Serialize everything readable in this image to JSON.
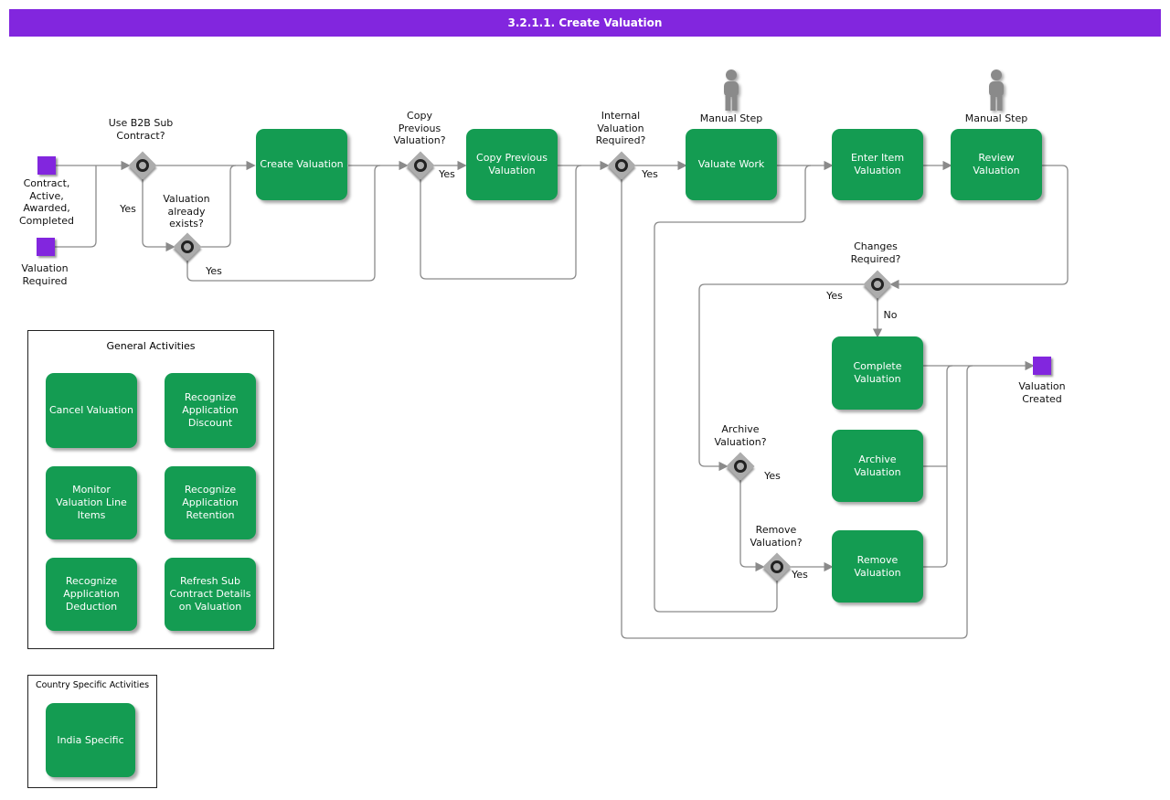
{
  "header": {
    "title": "3.2.1.1. Create Valuation"
  },
  "colors": {
    "purple": "#8226DE",
    "green": "#149C52",
    "line": "#8A8A8A",
    "header_text": "#FFFFFF"
  },
  "events": {
    "start1": "Contract,\nActive,\nAwarded,\nCompleted",
    "start2": "Valuation\nRequired",
    "end": "Valuation\nCreated"
  },
  "decisions": {
    "b2b": "Use B2B Sub\nContract?",
    "exists": "Valuation\nalready\nexists?",
    "copy": "Copy\nPrevious\nValuation?",
    "internal": "Internal\nValuation\nRequired?",
    "changes": "Changes\nRequired?",
    "archive": "Archive\nValuation?",
    "remove": "Remove\nValuation?"
  },
  "activities": {
    "create": "Create Valuation",
    "copy": "Copy Previous\nValuation",
    "valuate": "Valuate Work",
    "enter": "Enter Item\nValuation",
    "review": "Review\nValuation",
    "complete": "Complete\nValuation",
    "archive": "Archive\nValuation",
    "remove": "Remove\nValuation"
  },
  "manual_step": "Manual Step",
  "edge_labels": {
    "yes": "Yes",
    "no": "No"
  },
  "groups": {
    "general": {
      "title": "General Activities",
      "items": [
        "Cancel Valuation",
        "Recognize\nApplication\nDiscount",
        "Monitor\nValuation Line\nItems",
        "Recognize\nApplication\nRetention",
        "Recognize\nApplication\nDeduction",
        "Refresh Sub\nContract Details\non Valuation"
      ]
    },
    "country": {
      "title": "Country Specific Activities",
      "items": [
        "India Specific"
      ]
    }
  }
}
